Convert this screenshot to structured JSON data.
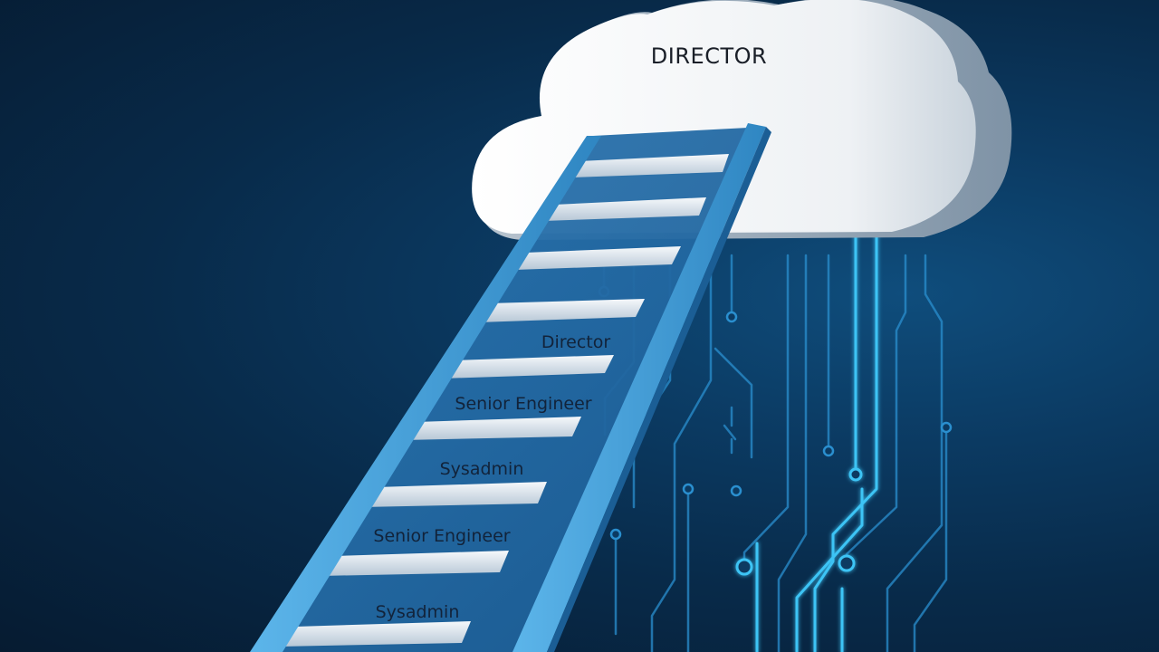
{
  "cloud": {
    "label": "DIRECTOR"
  },
  "ladder": {
    "rung_labels": [
      "Director",
      "Senior Engineer",
      "Sysadmin",
      "Senior Engineer",
      "Sysadmin"
    ]
  },
  "colors": {
    "background": "#0b3a62",
    "ladder_rail": "#3e9fd8",
    "ladder_rung": "#e8eef4",
    "circuit": "#32b8f0",
    "cloud": "#f4f6f8"
  }
}
